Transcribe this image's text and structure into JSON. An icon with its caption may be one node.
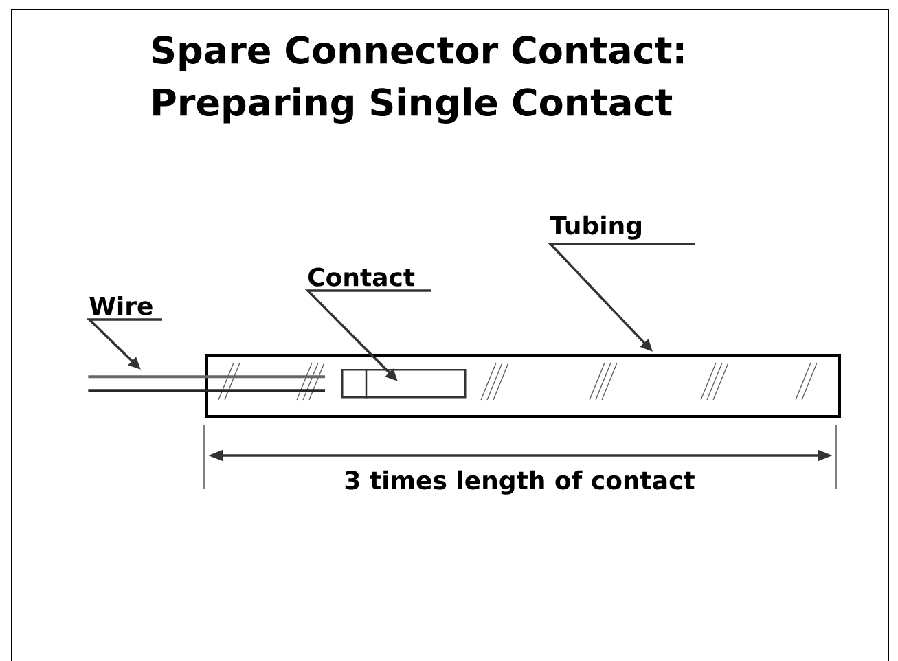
{
  "diagram": {
    "title": "Spare Connector Contact: Preparing Single Contact",
    "nodes": [
      {
        "text": [
          "Wire"
        ]
      },
      {
        "text": [
          "Contact"
        ]
      },
      {
        "text": [
          "Tubing"
        ]
      },
      {
        "text": [],
        "shape": "box"
      },
      {
        "text": [],
        "shape": "bar"
      },
      {
        "text": [],
        "shape": "box",
        "in": 3
      }
    ],
    "edges": [
      {
        "from": 0,
        "to": 4,
        "arrow": "to"
      },
      {
        "from": 1,
        "to": 5,
        "arrow": "to"
      },
      {
        "from": 2,
        "to": 3,
        "arrow": "to"
      }
    ],
    "labels": [
      "3 times length of contact"
    ]
  }
}
